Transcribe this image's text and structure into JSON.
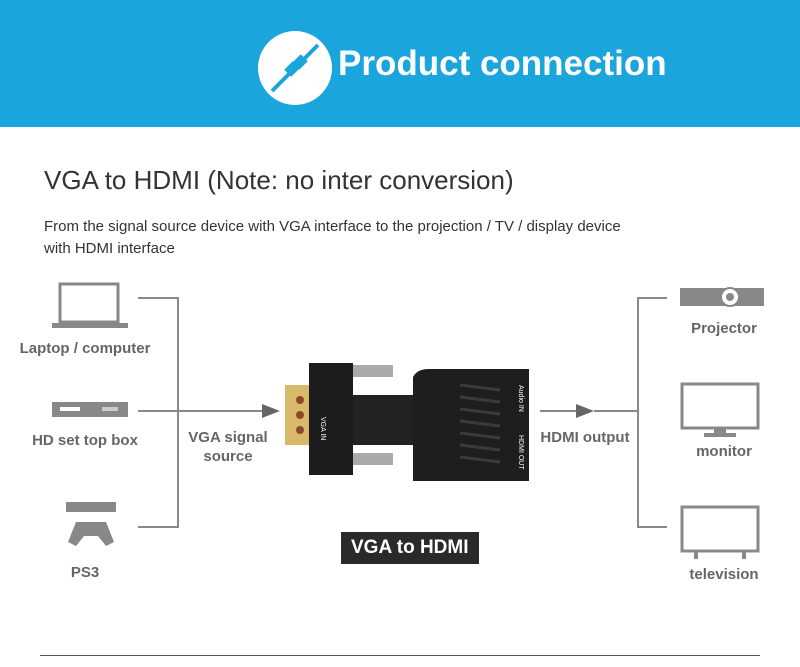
{
  "banner": {
    "title": "Product connection",
    "icon": "connector-plug-icon",
    "color": "#1aa5dc"
  },
  "heading": "VGA to HDMI (Note: no inter conversion)",
  "description": [
    "From the signal source device with VGA interface to the projection / TV / display device",
    "with HDMI interface"
  ],
  "sources": [
    {
      "label": "Laptop / computer",
      "icon": "laptop-icon"
    },
    {
      "label": "HD set top box",
      "icon": "set-top-box-icon"
    },
    {
      "label": "PS3",
      "icon": "ps3-console-icon"
    }
  ],
  "input_label": [
    "VGA signal",
    "source"
  ],
  "output_label": "HDMI output",
  "outputs": [
    {
      "label": "Projector",
      "icon": "projector-icon"
    },
    {
      "label": "monitor",
      "icon": "monitor-icon"
    },
    {
      "label": "television",
      "icon": "television-icon"
    }
  ],
  "adapter": {
    "port_vga": "VGA IN",
    "port_audio": "Audio IN",
    "port_hdmi": "HDMI OUT"
  },
  "badge": "VGA to HDMI"
}
